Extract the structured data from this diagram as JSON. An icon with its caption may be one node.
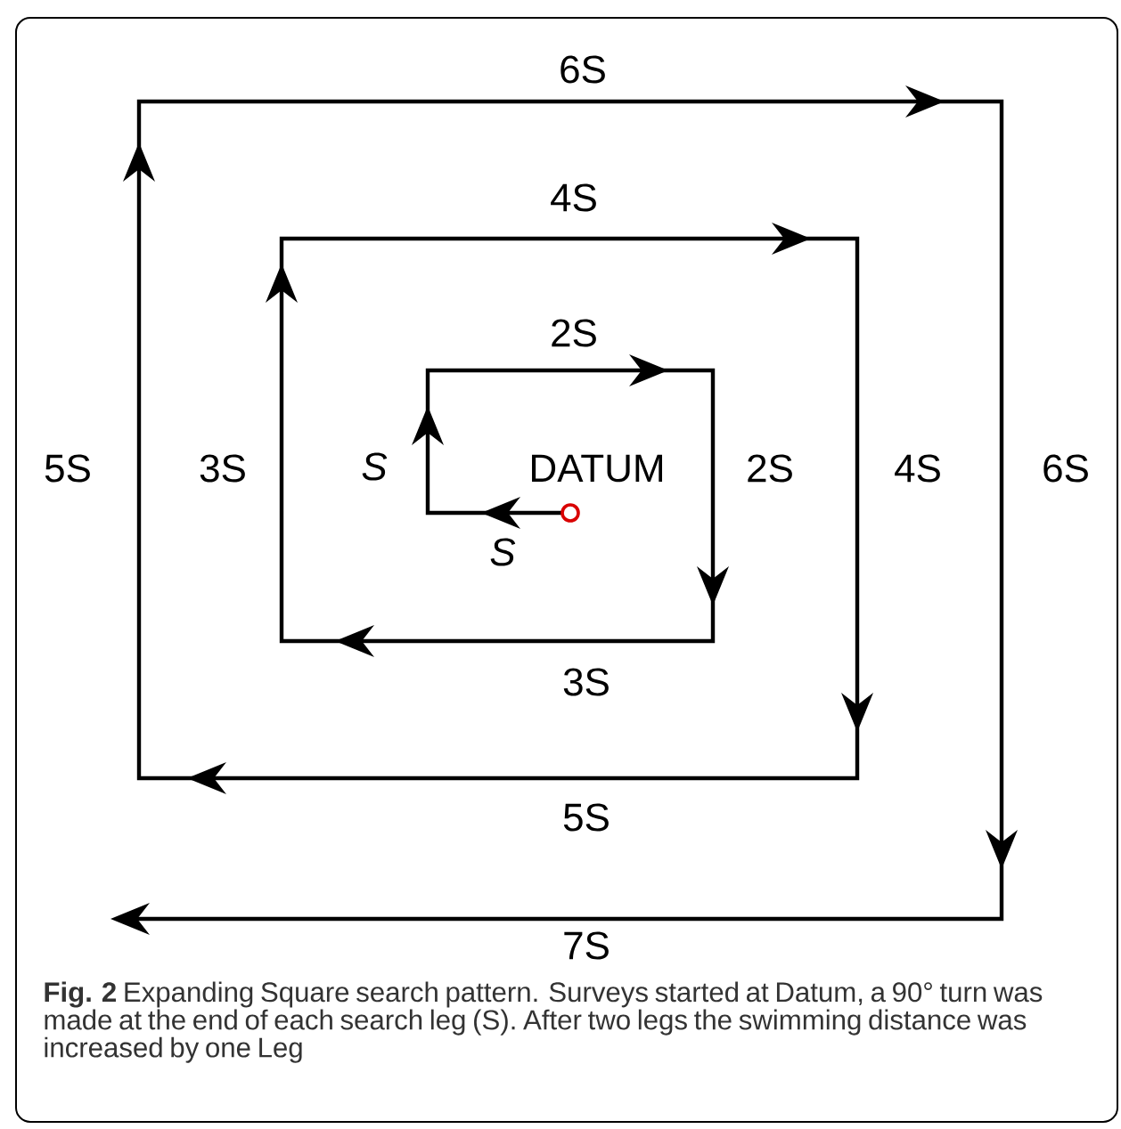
{
  "diagram": {
    "caption": "**Fig. 2** Expanding Square search pattern. Surveys started at Datum, a 90° turn was made at the end of each search leg (S). After two legs the swimming distance was increased by one Leg",
    "labels": [
      "6S",
      "4S",
      "2S",
      "5S",
      "3S",
      "S",
      "DATUM",
      "2S",
      "4S",
      "6S",
      "S",
      "3S",
      "5S",
      "7S"
    ]
  }
}
